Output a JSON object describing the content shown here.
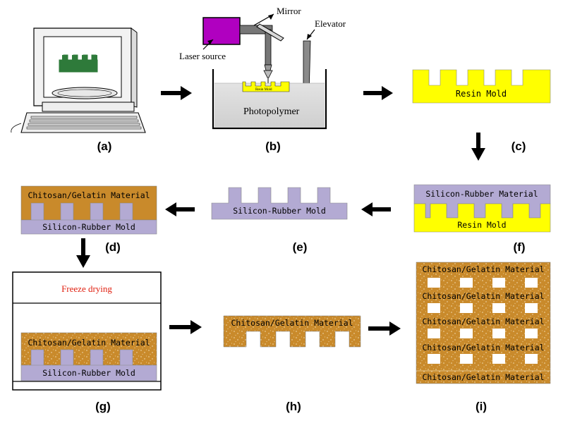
{
  "panels": {
    "a": "(a)",
    "b": "(b)",
    "c": "(c)",
    "d": "(d)",
    "e": "(e)",
    "f": "(f)",
    "g": "(g)",
    "h": "(h)",
    "i": "(i)"
  },
  "stage_b": {
    "laser_source": "Laser source",
    "mirror": "Mirror",
    "elevator": "Elevator",
    "photopolymer": "Photopolymer",
    "small_resin_mold": "Resin Mold"
  },
  "stage_c": {
    "resin_mold": "Resin Mold"
  },
  "stage_f": {
    "silicon_rubber_material": "Silicon-Rubber Material",
    "resin_mold": "Resin Mold"
  },
  "stage_e": {
    "silicon_rubber_mold": "Silicon-Rubber Mold"
  },
  "stage_d": {
    "chitosan_gelatin": "Chitosan/Gelatin Material",
    "silicon_rubber_mold": "Silicon-Rubber Mold"
  },
  "stage_g": {
    "freeze_drying": "Freeze drying",
    "chitosan_gelatin": "Chitosan/Gelatin Material",
    "silicon_rubber_mold": "Silicon-Rubber Mold"
  },
  "stage_h": {
    "chitosan_gelatin": "Chitosan/Gelatin Material"
  },
  "stage_i": {
    "layers": [
      "Chitosan/Gelatin Material",
      "Chitosan/Gelatin Material",
      "Chitosan/Gelatin Material",
      "Chitosan/Gelatin Material",
      "Chitosan/Gelatin Material"
    ]
  },
  "colors": {
    "resin": "#ffff00",
    "silicon": "#b3aad3",
    "chitosan": "#c98a2b",
    "laser": "#b000c0",
    "freeze_text": "#e02010",
    "monitor_pattern": "#2e7a3a"
  }
}
